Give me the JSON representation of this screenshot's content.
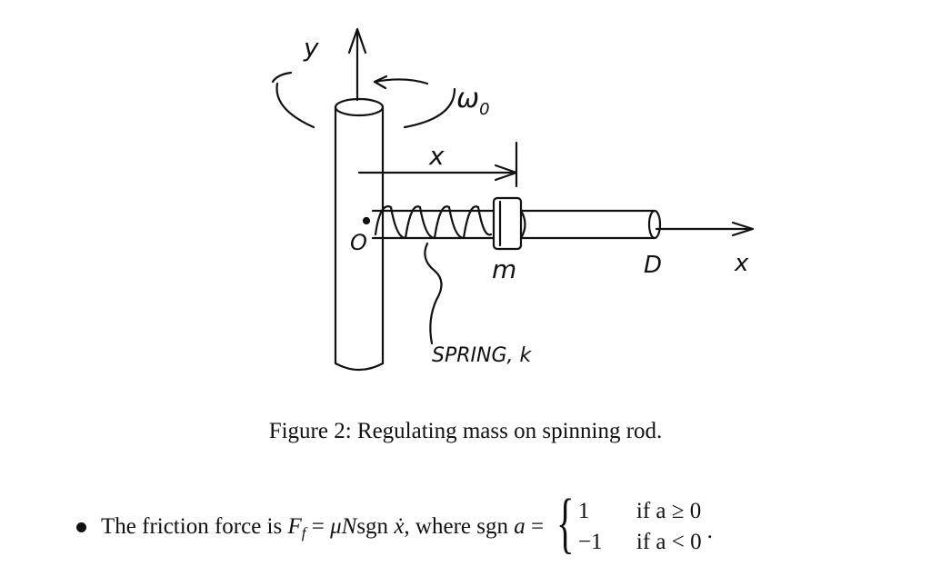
{
  "figure": {
    "labels": {
      "y_axis": "y",
      "omega": "ω",
      "omega_sub": "0",
      "x_dim": "x",
      "origin": "O",
      "mass": "m",
      "end": "D",
      "x_axis": "x",
      "spring": "SPRING, k"
    },
    "caption": "Figure 2: Regulating mass on spinning rod."
  },
  "text": {
    "p1": "The friction force is ",
    "Ff": "F",
    "Ff_sub": "f",
    "eq": " = ",
    "mu": "μN",
    "sgn1": "sgn ",
    "xdot": "ẋ",
    "p2": ", where sgn ",
    "a": "a",
    "eq2": " = ",
    "case1_val": "1",
    "case1_cond": "if a ≥ 0",
    "case2_val": "−1",
    "case2_cond": "if a < 0",
    "period": "."
  }
}
